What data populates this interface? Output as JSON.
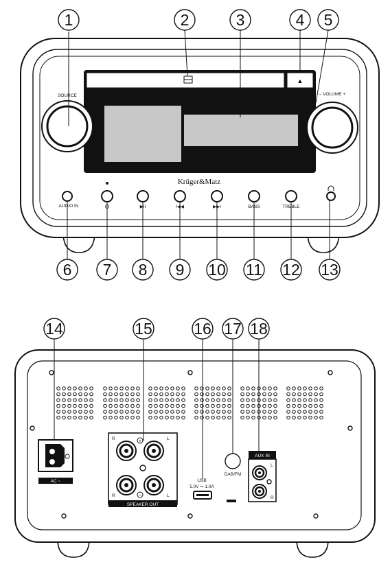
{
  "front": {
    "callouts": [
      "1",
      "2",
      "3",
      "4",
      "5",
      "6",
      "7",
      "8",
      "9",
      "10",
      "11",
      "12",
      "13"
    ],
    "labels": {
      "source": "SOURCE",
      "volume": "– VOLUME +",
      "brand": "Krüger&Matz",
      "audio_in": "AUDIO IN",
      "bass": "BASS",
      "treble": "TREBLE",
      "play_pause": "▶II",
      "prev": "I◀◀",
      "next": "▶▶I",
      "eject": "▲",
      "headphone": "🎧"
    }
  },
  "back": {
    "callouts": [
      "14",
      "15",
      "16",
      "17",
      "18"
    ],
    "labels": {
      "ac": "AC ~",
      "speaker_out": "SPEAKER OUT",
      "usb": "USB",
      "usb_spec": "5.0V ⎓ 1.0A",
      "dab_fm": "DAB/FM",
      "aux_in": "AUX IN",
      "r": "R",
      "l": "L",
      "plus": "+",
      "minus": "−"
    }
  }
}
